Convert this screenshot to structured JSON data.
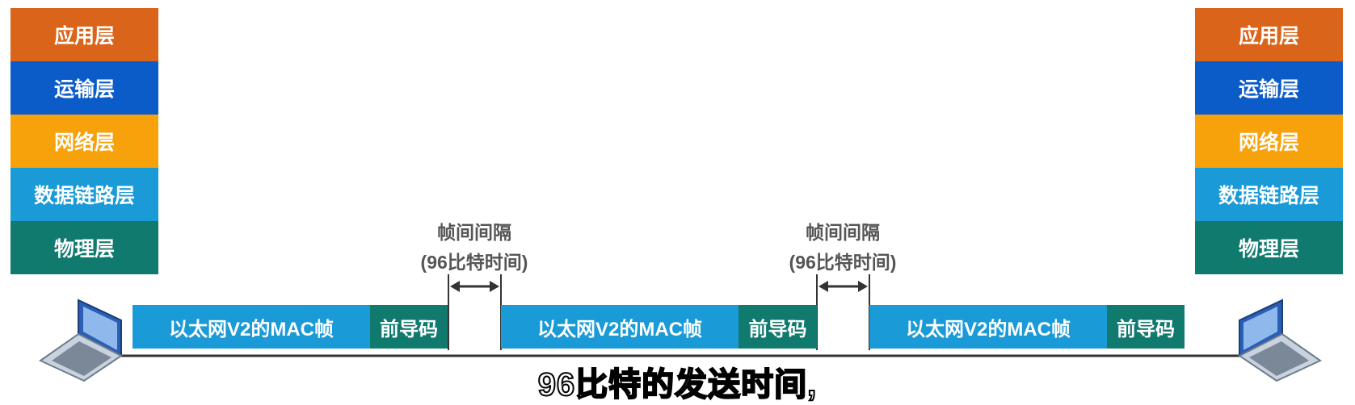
{
  "left_stack": {
    "app": "应用层",
    "transport": "运输层",
    "network": "网络层",
    "datalink": "数据链路层",
    "physical": "物理层"
  },
  "right_stack": {
    "app": "应用层",
    "transport": "运输层",
    "network": "网络层",
    "datalink": "数据链路层",
    "physical": "物理层"
  },
  "frames": [
    {
      "mac": "以太网V2的MAC帧",
      "preamble": "前导码"
    },
    {
      "mac": "以太网V2的MAC帧",
      "preamble": "前导码"
    },
    {
      "mac": "以太网V2的MAC帧",
      "preamble": "前导码"
    }
  ],
  "gaps": [
    {
      "line1": "帧间间隔",
      "line2": "(96比特时间)"
    },
    {
      "line1": "帧间间隔",
      "line2": "(96比特时间)"
    }
  ],
  "subtitle": "96比特的发送时间,",
  "colors": {
    "application": "#d9641a",
    "transport": "#0b5cc9",
    "network": "#f7a20a",
    "datalink": "#1a9ad6",
    "physical": "#117a6f"
  }
}
